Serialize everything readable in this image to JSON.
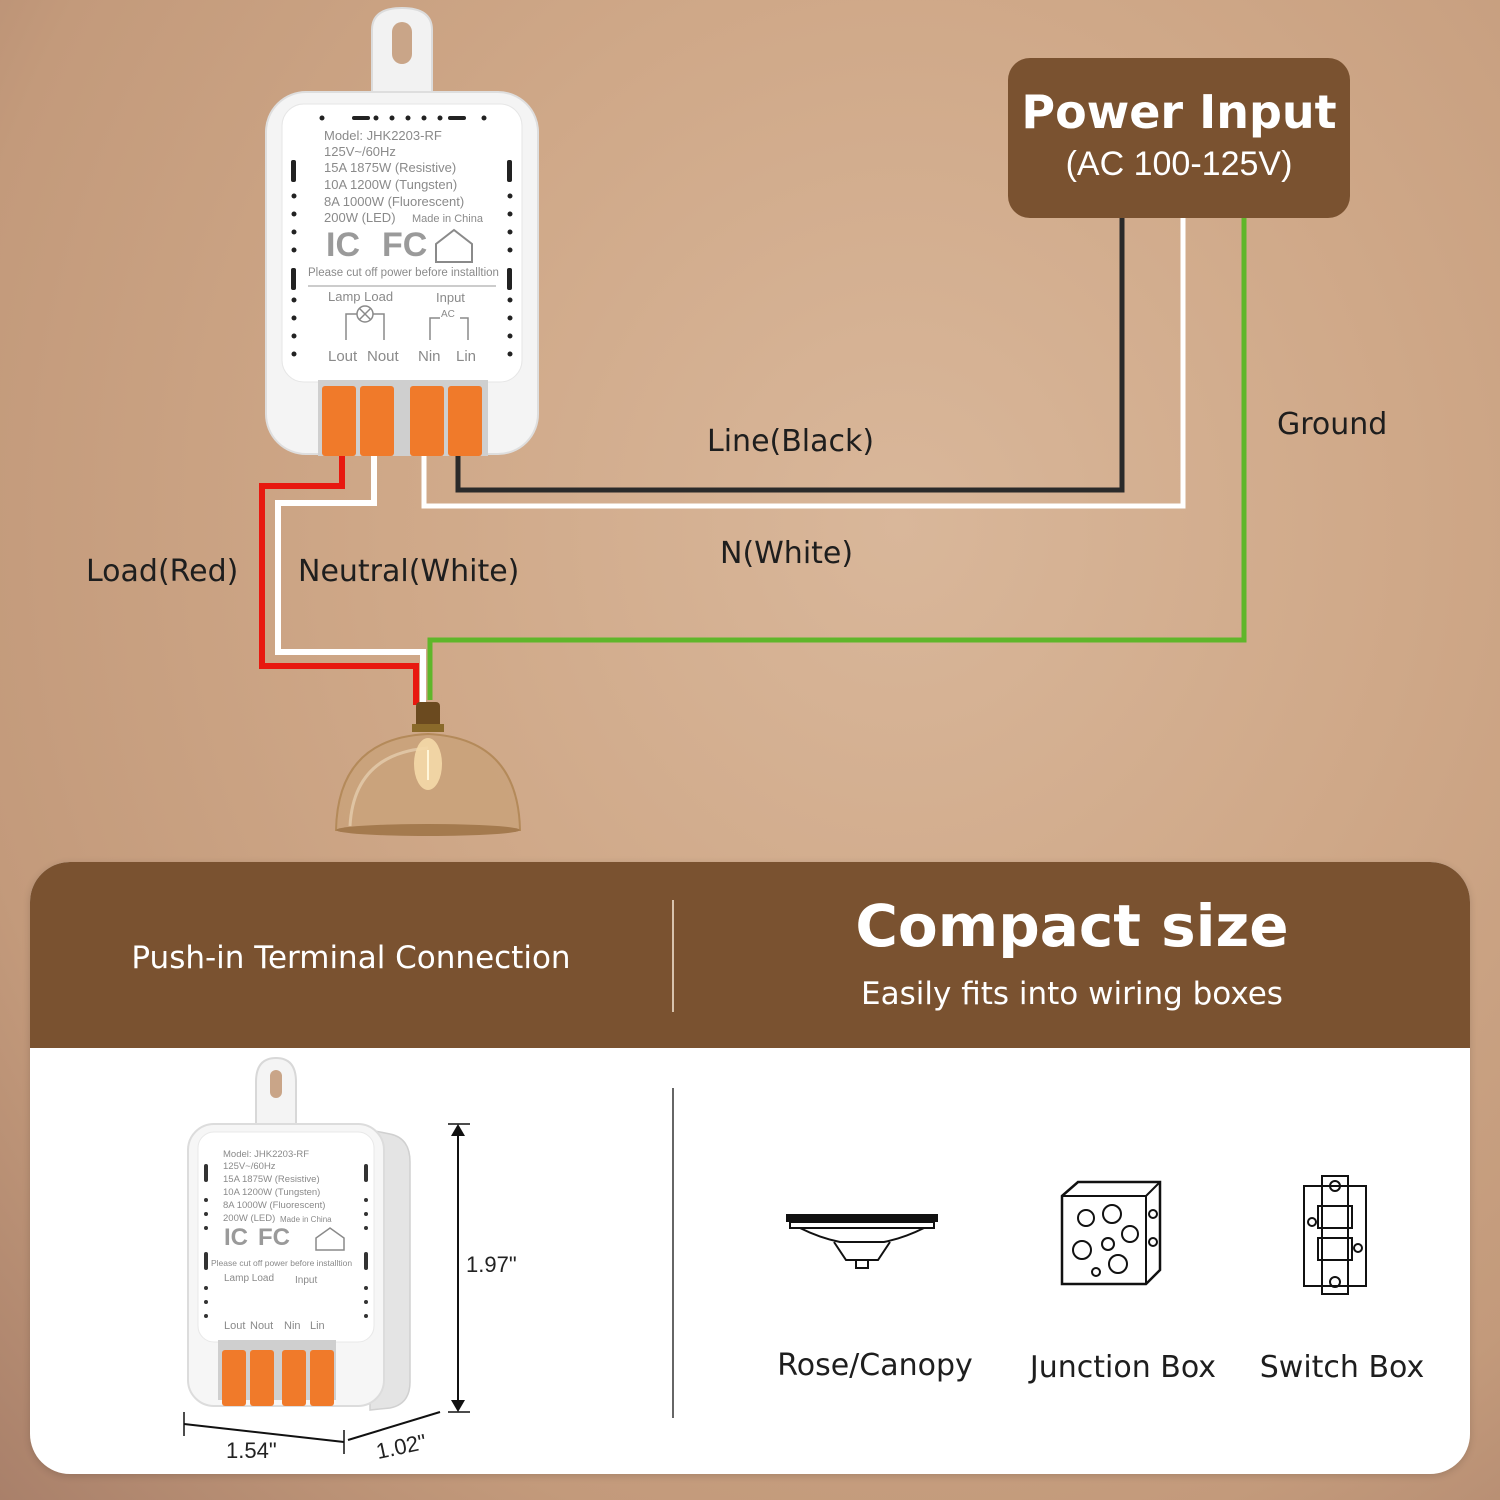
{
  "power_input": {
    "title": "Power Input",
    "subtitle": "(AC 100-125V)"
  },
  "wire_labels": {
    "line": "Line(Black)",
    "neutral_in": "N(White)",
    "ground": "Ground",
    "load": "Load(Red)",
    "neutral_out": "Neutral(White)"
  },
  "wire_colors": {
    "line": "#2a2a2a",
    "neutral": "#ffffff",
    "ground": "#5fb62a",
    "load": "#e8180f"
  },
  "device": {
    "model": "Model: JHK2203-RF",
    "voltage": "125V~/60Hz",
    "spec_1": "15A 1875W (Resistive)",
    "spec_2": "10A 1200W (Tungsten)",
    "spec_3": "8A 1000W (Fluorescent)",
    "spec_4": "200W (LED)",
    "origin": "Made in China",
    "cert_ic": "IC",
    "cert_fc": "FC",
    "warning": "Please cut off power before installtion",
    "lamp_load": "Lamp Load",
    "input": "Input",
    "ac": "AC",
    "terminals": [
      "Lout",
      "Nout",
      "Nin",
      "Lin"
    ]
  },
  "feature": {
    "left_title": "Push-in Terminal Connection",
    "right_title": "Compact size",
    "right_subtitle": "Easily fits into wiring boxes"
  },
  "dimensions": {
    "height": "1.97\"",
    "width": "1.54\"",
    "depth": "1.02\""
  },
  "boxes": [
    {
      "label": "Rose/Canopy",
      "icon": "rose-canopy-icon"
    },
    {
      "label": "Junction Box",
      "icon": "junction-box-icon"
    },
    {
      "label": "Switch Box",
      "icon": "switch-box-icon"
    }
  ],
  "colors": {
    "accent_brown": "#7a5230",
    "terminal_orange": "#f07a2a"
  }
}
